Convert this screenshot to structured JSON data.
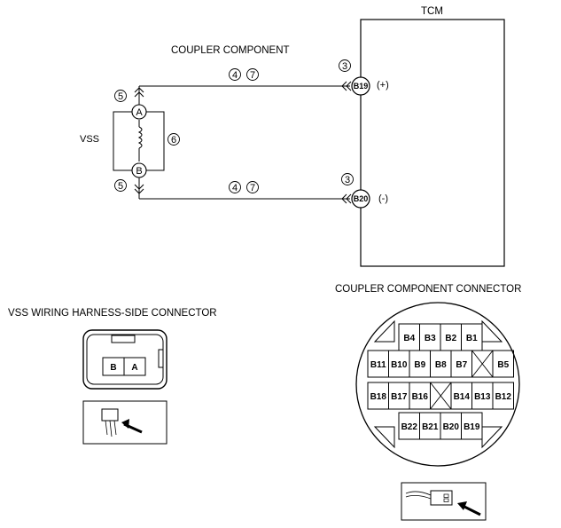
{
  "headings": {
    "tcm": "TCM",
    "coupler_component": "COUPLER COMPONENT",
    "vss": "VSS",
    "vss_connector": "VSS WIRING HARNESS-SIDE CONNECTOR",
    "coupler_connector": "COUPLER COMPONENT CONNECTOR"
  },
  "tcm_pins": {
    "upper": {
      "id": "B19",
      "polarity": "(+)",
      "step": "3"
    },
    "lower": {
      "id": "B20",
      "polarity": "(-)",
      "step": "3"
    }
  },
  "wires": {
    "upper_steps": [
      "4",
      "7"
    ],
    "lower_steps": [
      "4",
      "7"
    ]
  },
  "vss": {
    "terminal_a": "A",
    "terminal_b": "B",
    "coil_step": "6",
    "upper_step": "5",
    "lower_step": "5"
  },
  "vss_connector": {
    "terminals": [
      "B",
      "A"
    ]
  },
  "coupler_connector": {
    "row1": [
      "B4",
      "B3",
      "B2",
      "B1"
    ],
    "row2": [
      "B11",
      "B10",
      "B9",
      "B8",
      "B7",
      "",
      "B5"
    ],
    "row3": [
      "B18",
      "B17",
      "B16",
      "",
      "B14",
      "B13",
      "B12"
    ],
    "row4": [
      "B22",
      "B21",
      "B20",
      "B19"
    ]
  }
}
